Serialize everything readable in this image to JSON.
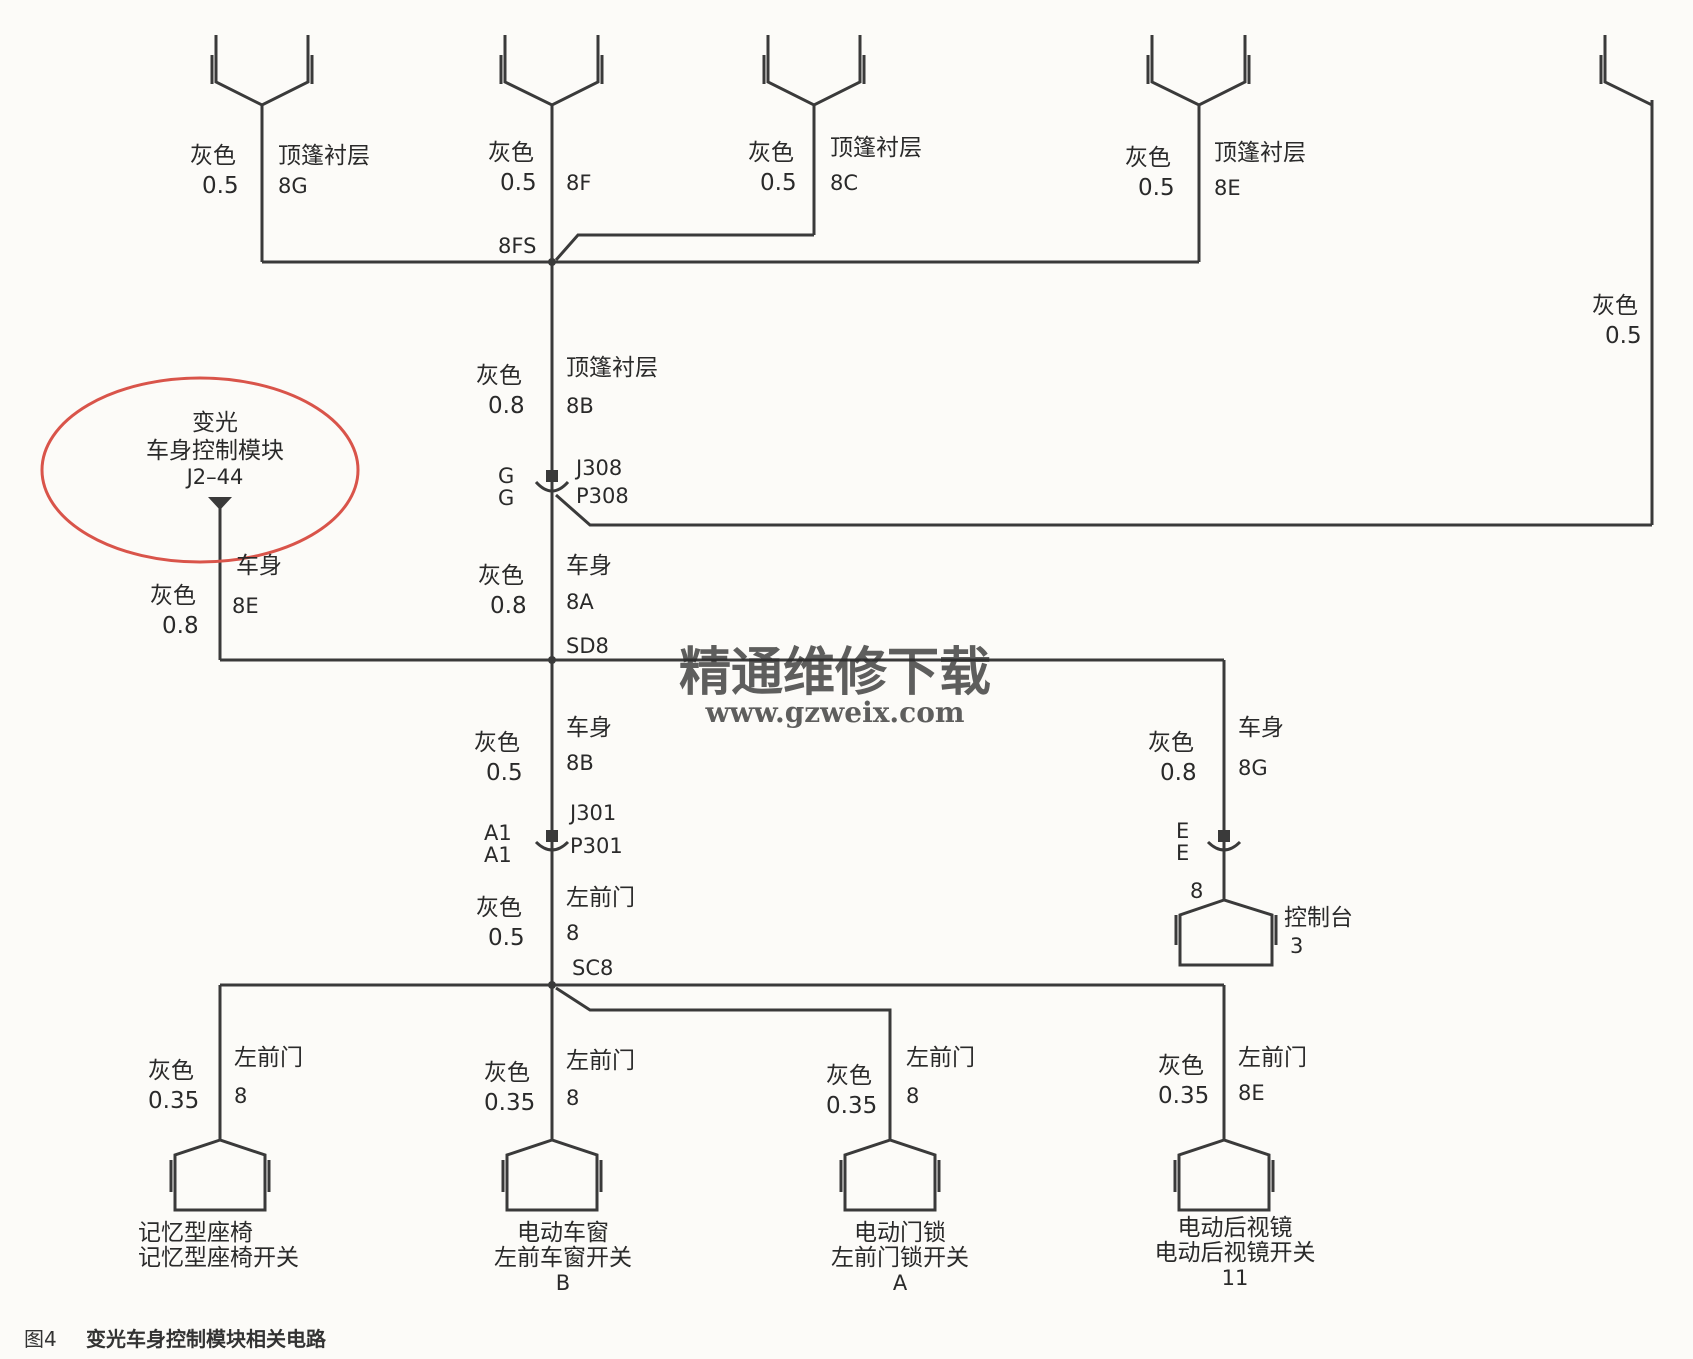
{
  "labels": {
    "c1_color": "灰色",
    "c1_gauge": "0.5",
    "c1_loc": "顶篷衬层",
    "c1_pin": "8G",
    "c2_color": "灰色",
    "c2_gauge": "0.5",
    "c2_pin": "8F",
    "c3_color": "灰色",
    "c3_gauge": "0.5",
    "c3_loc": "顶篷衬层",
    "c3_pin": "8C",
    "c4_color": "灰色",
    "c4_gauge": "0.5",
    "c4_loc": "顶篷衬层",
    "c4_pin": "8E",
    "c5_color": "灰色",
    "c5_gauge": "0.5",
    "splice_top": "8FS",
    "trunk1_color": "灰色",
    "trunk1_gauge": "0.8",
    "trunk1_loc": "顶篷衬层",
    "trunk1_pin": "8B",
    "conn1_g1": "G",
    "conn1_g2": "G",
    "conn1_j": "J308",
    "conn1_p": "P308",
    "trunk2_color": "灰色",
    "trunk2_gauge": "0.8",
    "trunk2_loc": "车身",
    "trunk2_pin": "8A",
    "module_line1": "变光",
    "module_line2": "车身控制模块",
    "module_pin": "J2–44",
    "mod_color": "灰色",
    "mod_gauge": "0.8",
    "mod_loc": "车身",
    "mod_pin": "8E",
    "splice_mid": "SD8",
    "trunk3_color": "灰色",
    "trunk3_gauge": "0.5",
    "trunk3_loc": "车身",
    "trunk3_pin": "8B",
    "conn2_a1": "A1",
    "conn2_a2": "A1",
    "conn2_j": "J301",
    "conn2_p": "P301",
    "trunk4_color": "灰色",
    "trunk4_gauge": "0.5",
    "trunk4_loc": "左前门",
    "trunk4_pin": "8",
    "console_color": "灰色",
    "console_gauge": "0.8",
    "console_loc": "车身",
    "console_pin": "8G",
    "console_e1": "E",
    "console_e2": "E",
    "console_num": "8",
    "console_name": "控制台",
    "console_pin2": "3",
    "splice_bot": "SC8",
    "b1_color": "灰色",
    "b1_gauge": "0.35",
    "b1_loc": "左前门",
    "b1_pin": "8",
    "b1_name1": "记忆型座椅",
    "b1_name2": "记忆型座椅开关",
    "b2_color": "灰色",
    "b2_gauge": "0.35",
    "b2_loc": "左前门",
    "b2_pin": "8",
    "b2_name1": "电动车窗",
    "b2_name2": "左前车窗开关",
    "b2_pin2": "B",
    "b3_color": "灰色",
    "b3_gauge": "0.35",
    "b3_loc": "左前门",
    "b3_pin": "8",
    "b3_name1": "电动门锁",
    "b3_name2": "左前门锁开关",
    "b3_pin2": "A",
    "b4_color": "灰色",
    "b4_gauge": "0.35",
    "b4_loc": "左前门",
    "b4_pin": "8E",
    "b4_name1": "电动后视镜",
    "b4_name2": "电动后视镜开关",
    "b4_pin2": "11",
    "caption_num": "图4",
    "caption_text": "变光车身控制模块相关电路",
    "watermark1": "精通维修下载",
    "watermark2": "www.gzweix.com"
  },
  "colors": {
    "wire": "#3a3a3a",
    "highlight_circle": "#d9544a",
    "watermark": "#f2b48e"
  }
}
